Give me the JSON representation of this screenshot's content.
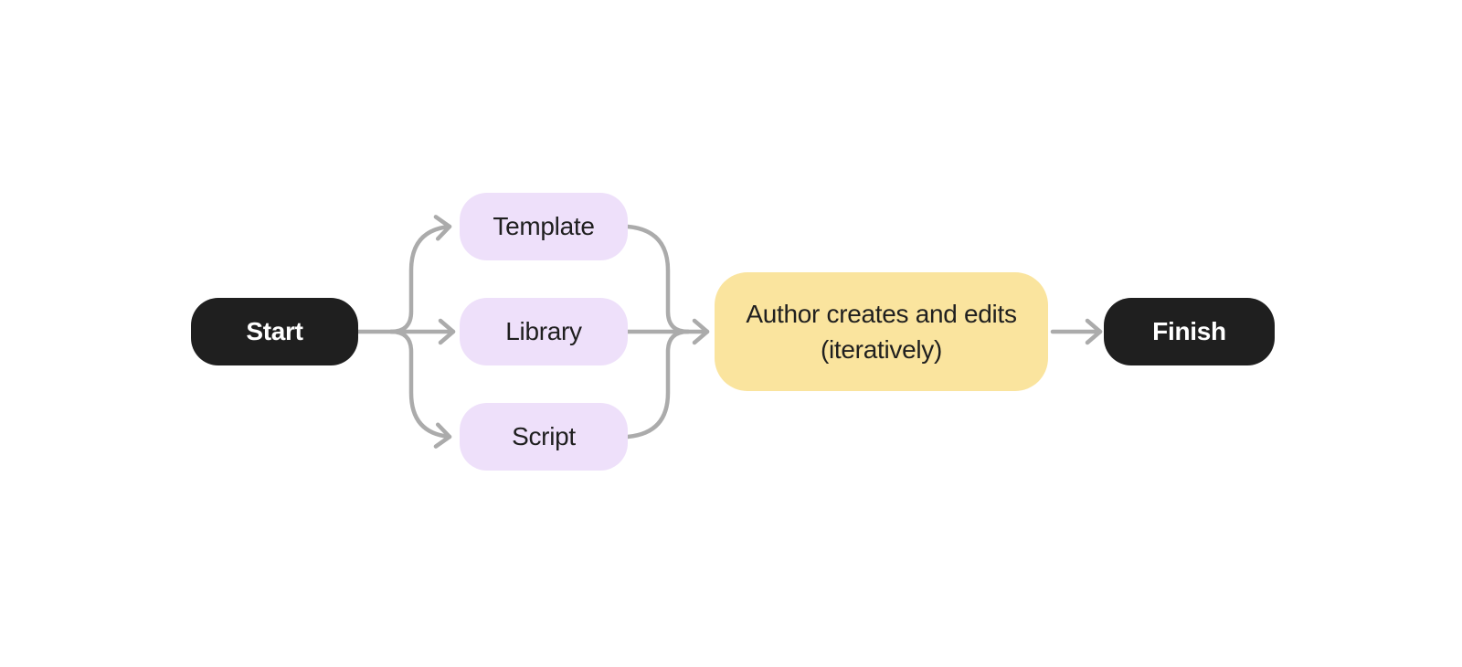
{
  "diagram": {
    "type": "flowchart",
    "nodes": {
      "start": {
        "label": "Start"
      },
      "template": {
        "label": "Template"
      },
      "library": {
        "label": "Library"
      },
      "script": {
        "label": "Script"
      },
      "author": {
        "line1": "Author creates and edits",
        "line2": "(iteratively)"
      },
      "finish": {
        "label": "Finish"
      }
    },
    "edges": [
      {
        "from": "start",
        "to": "template"
      },
      {
        "from": "start",
        "to": "library"
      },
      {
        "from": "start",
        "to": "script"
      },
      {
        "from": "template",
        "to": "author"
      },
      {
        "from": "library",
        "to": "author"
      },
      {
        "from": "script",
        "to": "author"
      },
      {
        "from": "author",
        "to": "finish"
      }
    ],
    "colors": {
      "background": "#ffffff",
      "node_dark": "#1f1f1f",
      "node_purple": "#eee0fa",
      "node_yellow": "#fae49e",
      "arrow": "#ababab",
      "text_dark": "#1f1f1f",
      "text_light": "#ffffff"
    }
  }
}
